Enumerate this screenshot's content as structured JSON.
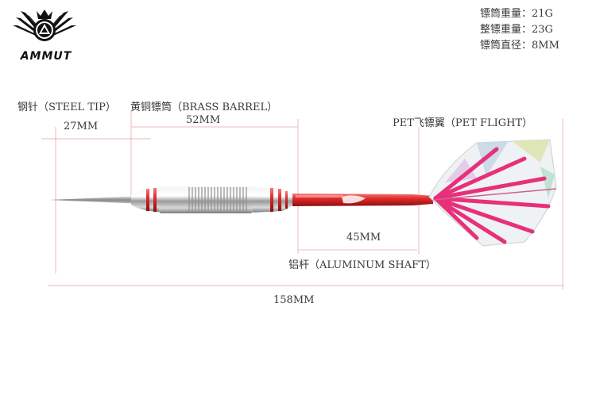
{
  "logo": {
    "brand": "AMMUT"
  },
  "specs": [
    {
      "label": "镖筒重量：",
      "value": "21G"
    },
    {
      "label": "整镖重量：",
      "value": "23G"
    },
    {
      "label": "镖筒直径：",
      "value": "8MM"
    }
  ],
  "parts": {
    "tip": "钢针（STEEL TIP）",
    "barrel": "黄铜镖筒（BRASS BARREL）",
    "flight": "PET飞镖翼（PET FLIGHT）",
    "shaft": "铝杆（ALUMINUM SHAFT）"
  },
  "dimensions": {
    "tip": "27MM",
    "barrel": "52MM",
    "shaft": "45MM",
    "total": "158MM"
  },
  "colors": {
    "dimension_line": "#f0b8b8",
    "accent_red": "#d4262c",
    "flight_pink": "#e8307a",
    "chrome": "#c9c9c9"
  }
}
